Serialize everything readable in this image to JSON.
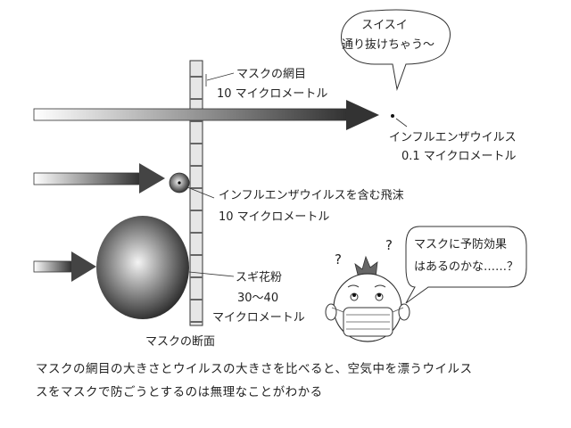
{
  "labels": {
    "mesh_title": "マスクの網目",
    "mesh_size": "10 マイクロメートル",
    "virus_title": "インフルエンザウイルス",
    "virus_size": "0.1 マイクロメートル",
    "droplet_title": "インフルエンザウイルスを含む飛沫",
    "droplet_size": "10 マイクロメートル",
    "pollen_title": "スギ花粉",
    "pollen_range": "30〜40",
    "pollen_unit": "マイクロメートル",
    "mask_section": "マスクの断面"
  },
  "bubbles": {
    "virus_line1": "スイスイ",
    "virus_line2": "通り抜けちゃう〜",
    "person_line1": "マスクに予防効果",
    "person_line2": "はあるのかな……？"
  },
  "question_mark": "?",
  "caption": {
    "line1": "マスクの網目の大きさとウイルスの大きさを比べると、空気中を漂うウイルス",
    "line2": "スをマスクで防ごうとするのは無理なことがわかる"
  }
}
